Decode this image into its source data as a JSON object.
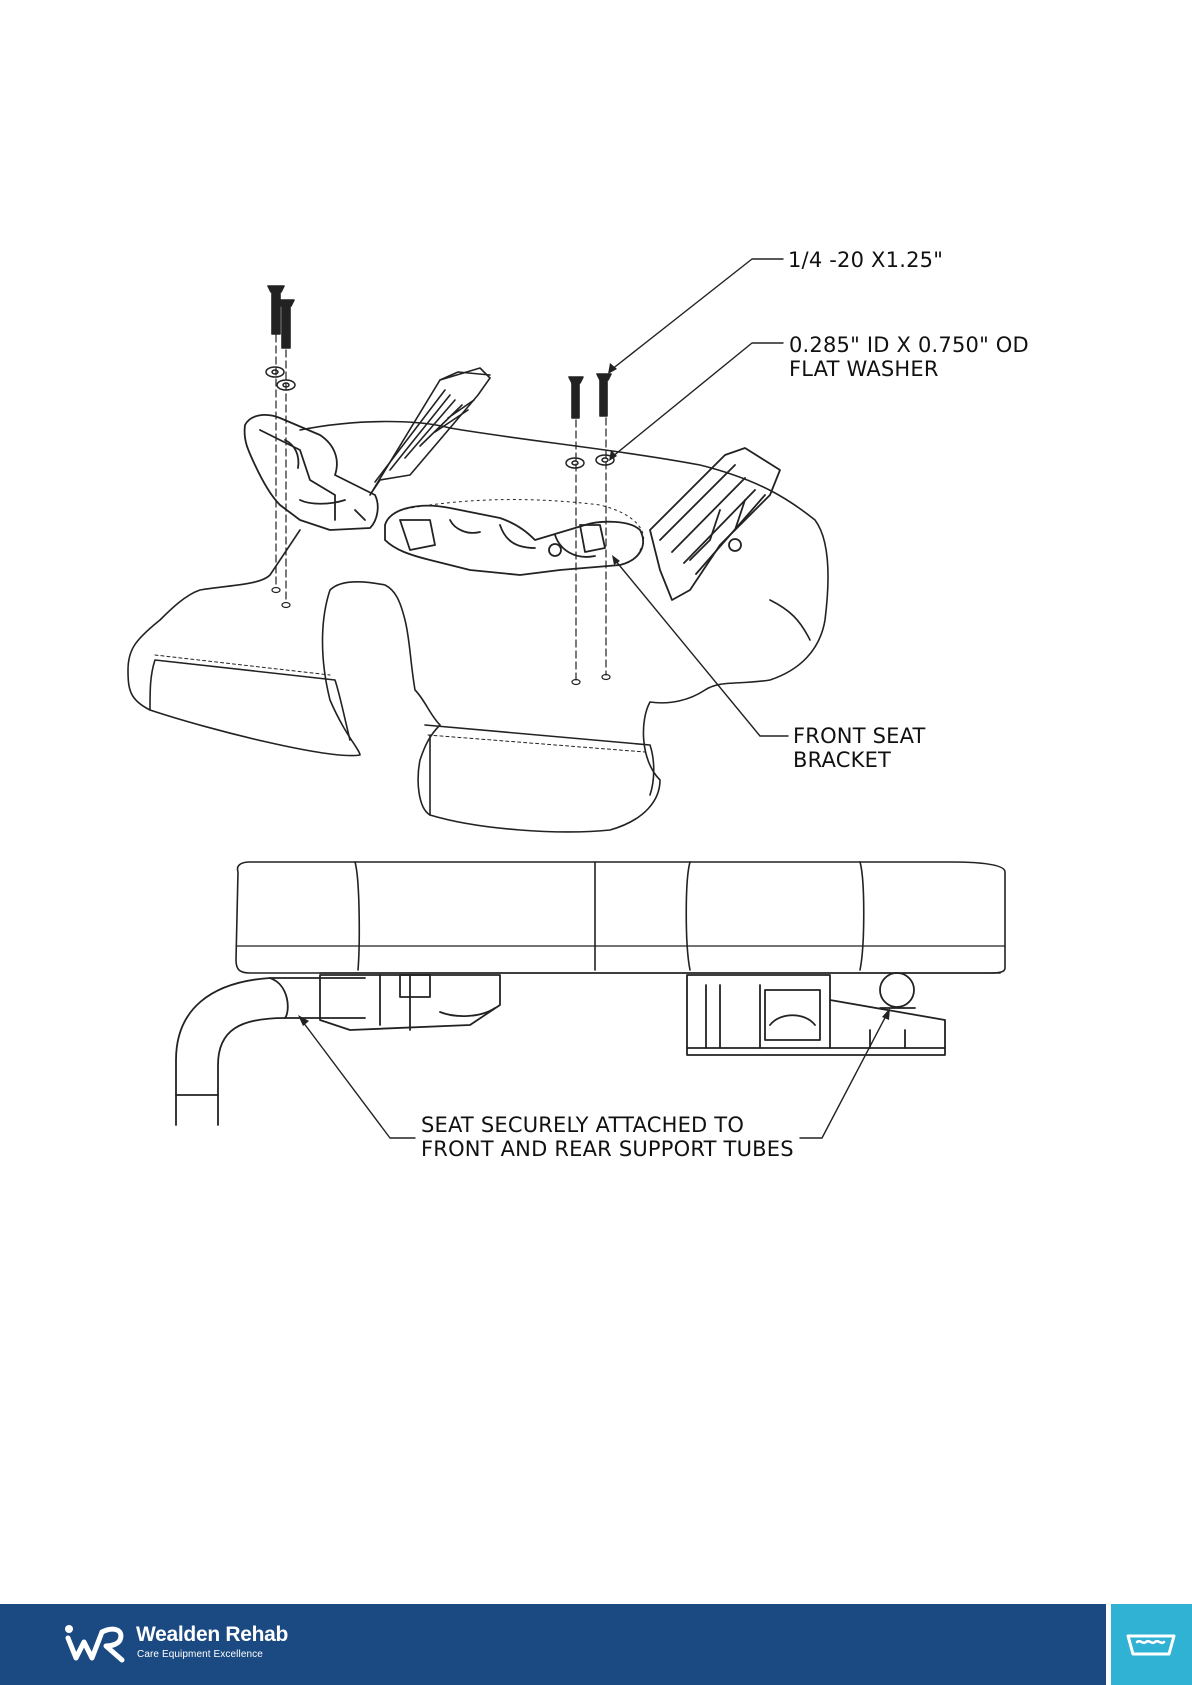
{
  "callouts": {
    "screw": "1/4 -20 X1.25\"",
    "washer_line1": "0.285\" ID X 0.750\" OD",
    "washer_line2": "FLAT WASHER",
    "bracket_line1": "FRONT SEAT",
    "bracket_line2": "BRACKET",
    "tubes_line1": "SEAT SECURELY  ATTACHED TO",
    "tubes_line2": "FRONT AND REAR SUPPORT TUBES"
  },
  "footer": {
    "brand_name": "Wealden Rehab",
    "brand_tagline": "Care Equipment Excellence",
    "background_color": "#1b4a82",
    "tab_color": "#2fb2d3",
    "tab_icon": "bath-icon",
    "logo_icon": "wealden-rehab-logo-icon"
  }
}
